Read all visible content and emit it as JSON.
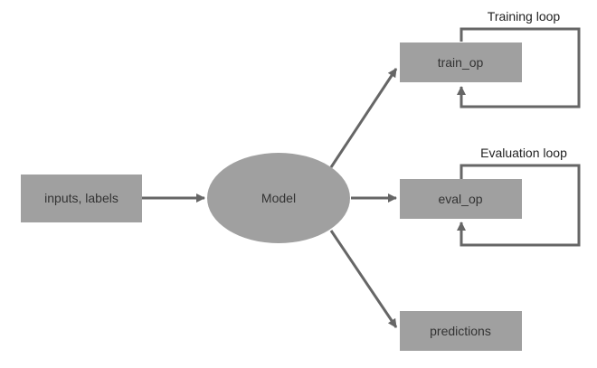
{
  "diagram": {
    "colors": {
      "node_fill": "#a0a0a0",
      "edge": "#666666",
      "text": "#333333",
      "background": "#ffffff"
    },
    "nodes": {
      "inputs": {
        "label": "inputs, labels"
      },
      "model": {
        "label": "Model"
      },
      "train_op": {
        "label": "train_op"
      },
      "eval_op": {
        "label": "eval_op"
      },
      "predictions": {
        "label": "predictions"
      }
    },
    "edges": [
      {
        "from": "inputs, labels",
        "to": "Model"
      },
      {
        "from": "Model",
        "to": "train_op"
      },
      {
        "from": "Model",
        "to": "eval_op"
      },
      {
        "from": "Model",
        "to": "predictions"
      },
      {
        "from": "train_op",
        "to": "train_op"
      },
      {
        "from": "eval_op",
        "to": "eval_op"
      }
    ],
    "loops": {
      "training": {
        "label": "Training loop"
      },
      "evaluation": {
        "label": "Evaluation loop"
      }
    }
  }
}
